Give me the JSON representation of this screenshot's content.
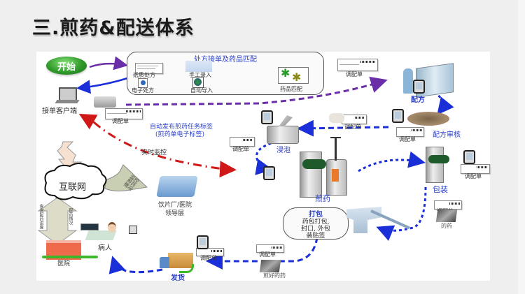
{
  "title": "三.煎药&配送体系",
  "start_label": "开始",
  "prescription_match": {
    "title": "处方接单及药品匹配",
    "items": [
      "纸质处方",
      "手工录入",
      "电子处方",
      "自动导入",
      "药品匹配"
    ]
  },
  "nodes": {
    "client": "接单客户端",
    "dispense": "配方",
    "review": "配方审核",
    "soak": "浸泡",
    "decoct": "煎药",
    "pack": "包装",
    "bagging": {
      "title": "打包",
      "desc_lines": [
        "药包打包,",
        "封口, 外包",
        "装贴签"
      ]
    },
    "ship": "发货",
    "internet": "互联网",
    "leaders": [
      "饮片厂/医院",
      "领导层"
    ],
    "patient": "病人",
    "hospital": "医院"
  },
  "annotations": {
    "auto_label": [
      "自动发布煎药任务标签",
      "(煎药单电子标签)"
    ],
    "realtime_monitor": "实时监控",
    "monitor_arrow": [
      "监控",
      "煎药",
      "情况"
    ],
    "up_arrow_left": "查询配药进度",
    "up_arrow_right": "配药情况"
  },
  "slip_label": "调配单",
  "medicine_labels": {
    "after_pack": "的药",
    "after_bagging": "煎好的药"
  },
  "colors": {
    "label_blue": "#2a3fc8",
    "flow_purple": "#6a2fa8",
    "flow_blue": "#1a2fd8",
    "monitor_red": "#d01818",
    "start_green": "#2f9a2a"
  }
}
